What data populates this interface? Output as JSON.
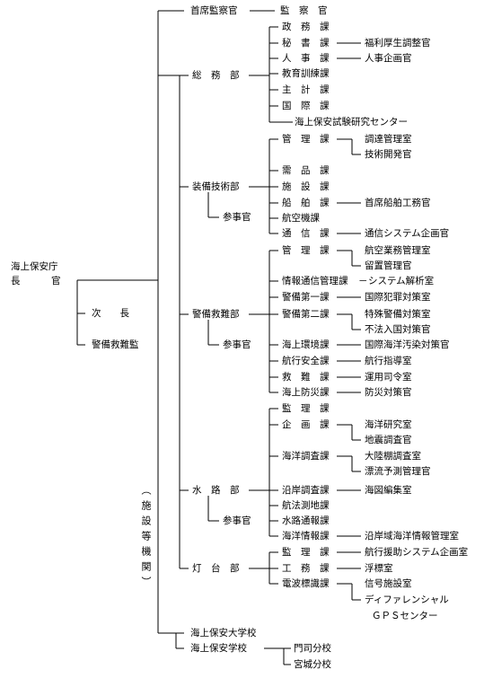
{
  "chart": {
    "root_line1": "海上保安庁",
    "root_line2": "長　官",
    "deputy": "次　　長",
    "rescue_supervisor": "警備救難監",
    "inspector_general": "首席監察官",
    "inspector": "監　察　官",
    "facility_note": "（施設等機関）",
    "departments": [
      {
        "name": "総　務　部",
        "sections": [
          {
            "name": "政　務　課"
          },
          {
            "name": "秘　書　課",
            "offices": [
              "福利厚生調整官"
            ]
          },
          {
            "name": "人　事　課",
            "offices": [
              "人事企画官"
            ]
          },
          {
            "name": "教育訓練課"
          },
          {
            "name": "主　計　課"
          },
          {
            "name": "国　際　課"
          },
          {
            "name": "海上保安試験研究センター"
          }
        ]
      },
      {
        "name": "装備技術部",
        "councillor": "参事官",
        "sections": [
          {
            "name": "管　理　課",
            "offices": [
              "調達管理室",
              "技術開発官"
            ]
          },
          {
            "name": "需　品　課"
          },
          {
            "name": "施　設　課"
          },
          {
            "name": "船　舶　課",
            "offices": [
              "首席船舶工務官"
            ]
          },
          {
            "name": "航空機課"
          },
          {
            "name": "通　信　課",
            "offices": [
              "通信システム企画官"
            ]
          }
        ]
      },
      {
        "name": "警備救難部",
        "councillor": "参事官",
        "sections": [
          {
            "name": "管　理　課",
            "offices": [
              "航空業務管理室",
              "留置管理官"
            ]
          },
          {
            "name": "情報通信管理課",
            "offices": [
              "システム解析室"
            ]
          },
          {
            "name": "警備第一課",
            "offices": [
              "国際犯罪対策室"
            ]
          },
          {
            "name": "警備第二課",
            "offices": [
              "特殊警備対策室",
              "不法入国対策官"
            ]
          },
          {
            "name": "海上環境課",
            "offices": [
              "国際海洋汚染対策官"
            ]
          },
          {
            "name": "航行安全課",
            "offices": [
              "航行指導室"
            ]
          },
          {
            "name": "救　難　課",
            "offices": [
              "運用司令室"
            ]
          },
          {
            "name": "海上防災課",
            "offices": [
              "防災対策官"
            ]
          }
        ]
      },
      {
        "name": "水　路　部",
        "councillor": "参事官",
        "sections": [
          {
            "name": "監　理　課"
          },
          {
            "name": "企　画　課",
            "offices": [
              "海洋研究室",
              "地震調査官"
            ]
          },
          {
            "name": "海洋調査課",
            "offices": [
              "大陸棚調査室",
              "漂流予測管理官"
            ]
          },
          {
            "name": "沿岸調査課",
            "offices": [
              "海図編集室"
            ]
          },
          {
            "name": "航法測地課"
          },
          {
            "name": "水路通報課"
          },
          {
            "name": "海洋情報課",
            "offices": [
              "沿岸域海洋情報管理室"
            ]
          }
        ]
      },
      {
        "name": "灯　台　部",
        "sections": [
          {
            "name": "監　理　課",
            "offices": [
              "航行援助システム企画室"
            ]
          },
          {
            "name": "工　務　課",
            "offices": [
              "浮標室"
            ]
          },
          {
            "name": "電波標識課",
            "offices": [
              "信号施設室",
              "ディファレンシャル",
              "ＧＰＳセンター"
            ]
          }
        ]
      }
    ],
    "academies": [
      {
        "name": "海上保安大学校"
      },
      {
        "name": "海上保安学校",
        "branches": [
          "門司分校",
          "宮城分校"
        ]
      }
    ]
  }
}
